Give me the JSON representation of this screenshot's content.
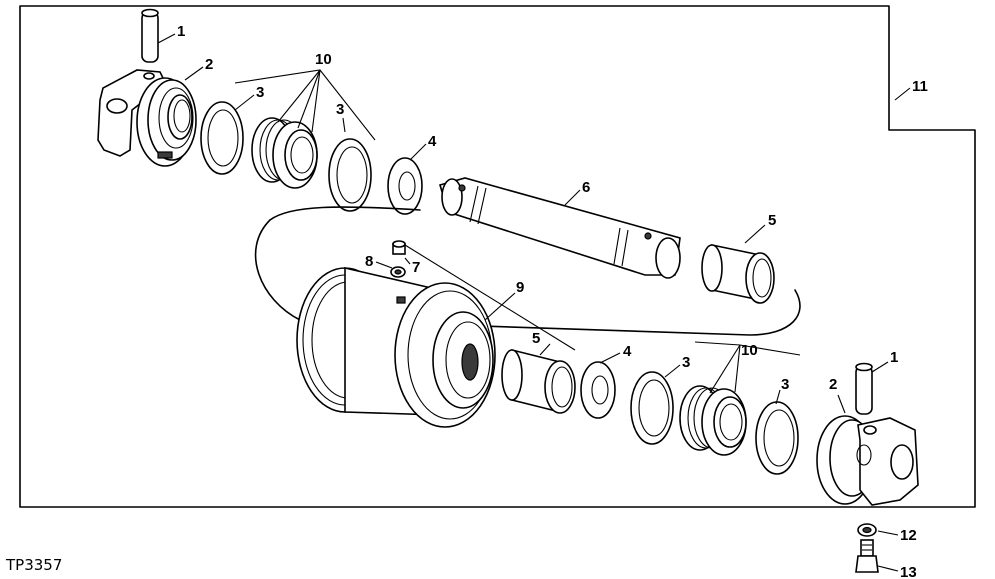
{
  "figure_id": "TP3357",
  "callouts": {
    "c1a": "1",
    "c2a": "2",
    "c3a": "3",
    "c3b": "3",
    "c10a": "10",
    "c4a": "4",
    "c6": "6",
    "c5a": "5",
    "c11": "11",
    "c8": "8",
    "c7": "7",
    "c9": "9",
    "c5b": "5",
    "c4b": "4",
    "c3c": "3",
    "c10b": "10",
    "c3d": "3",
    "c2b": "2",
    "c1b": "1",
    "c12": "12",
    "c13": "13"
  },
  "parts": [
    {
      "name": "pin",
      "callout": "1"
    },
    {
      "name": "bracket",
      "callout": "2"
    },
    {
      "name": "o-ring",
      "callout": "3"
    },
    {
      "name": "thrust-washer",
      "callout": "4"
    },
    {
      "name": "bushing",
      "callout": "5"
    },
    {
      "name": "shaft",
      "callout": "6"
    },
    {
      "name": "plug",
      "callout": "7"
    },
    {
      "name": "washer",
      "callout": "8"
    },
    {
      "name": "roller",
      "callout": "9"
    },
    {
      "name": "seal-assembly",
      "callout": "10"
    },
    {
      "name": "roller-assembly",
      "callout": "11"
    },
    {
      "name": "lock-washer",
      "callout": "12"
    },
    {
      "name": "cap-screw",
      "callout": "13"
    }
  ]
}
